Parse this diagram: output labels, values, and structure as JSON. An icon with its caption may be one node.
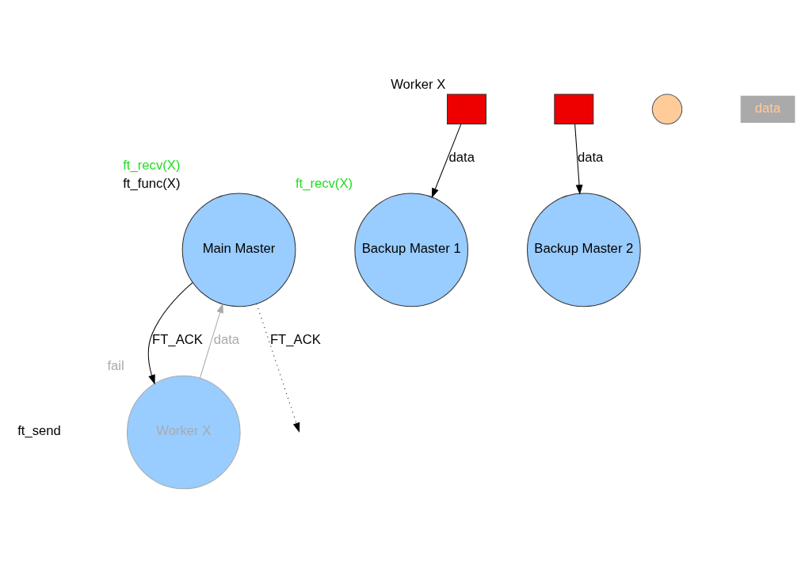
{
  "diagram": {
    "nodes": [
      {
        "text": [],
        "shape": "box",
        "beside": [
          "Worker X"
        ]
      },
      {
        "text": [],
        "shape": "box"
      },
      {
        "text": [],
        "shape": "circle"
      },
      {
        "text": [
          "data"
        ]
      },
      {
        "text": [
          "Main Master"
        ],
        "beside": [
          "ft_recv(X)",
          "ft_func(X)"
        ]
      },
      {
        "text": [
          "Backup Master 1"
        ],
        "beside": [
          "ft_recv(X)"
        ]
      },
      {
        "text": [
          "Backup Master 2"
        ]
      },
      {
        "text": [
          "Worker X"
        ],
        "beside": [
          "fail"
        ]
      }
    ],
    "edges": [
      {
        "from": 0,
        "to": 5,
        "arrow": "to",
        "label": "data"
      },
      {
        "from": 1,
        "to": 6,
        "arrow": "to",
        "label": "data"
      },
      {
        "from": 7,
        "to": 4,
        "arrow": "to",
        "label": "data",
        "color": "#aaaaaa"
      },
      {
        "from": 4,
        "to": null,
        "arrow": "to",
        "label": "FT_ACK",
        "style": "dashed"
      },
      {
        "from": 4,
        "to": 7,
        "arrow": "to",
        "label": "FT_ACK"
      }
    ],
    "labels": [
      "ft_send"
    ]
  }
}
